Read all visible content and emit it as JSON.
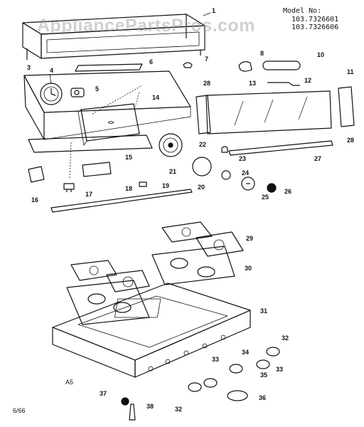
{
  "header": {
    "model_label": "Model No:",
    "model_numbers": [
      "103.7326601",
      "103.7326606"
    ]
  },
  "watermark": "AppliancePartsPros.com",
  "footer": {
    "date_code": "6/66",
    "section_code": "A5"
  },
  "part_numbers": [
    "1",
    "3",
    "4",
    "5",
    "6",
    "7",
    "8",
    "10",
    "11",
    "12",
    "13",
    "14",
    "15",
    "16",
    "17",
    "18",
    "19",
    "20",
    "21",
    "22",
    "23",
    "24",
    "25",
    "26",
    "27",
    "28",
    "29",
    "30",
    "31",
    "32",
    "33",
    "34",
    "35",
    "36",
    "37",
    "38"
  ],
  "colors": {
    "ink": "#111111",
    "watermark": "#969696"
  }
}
